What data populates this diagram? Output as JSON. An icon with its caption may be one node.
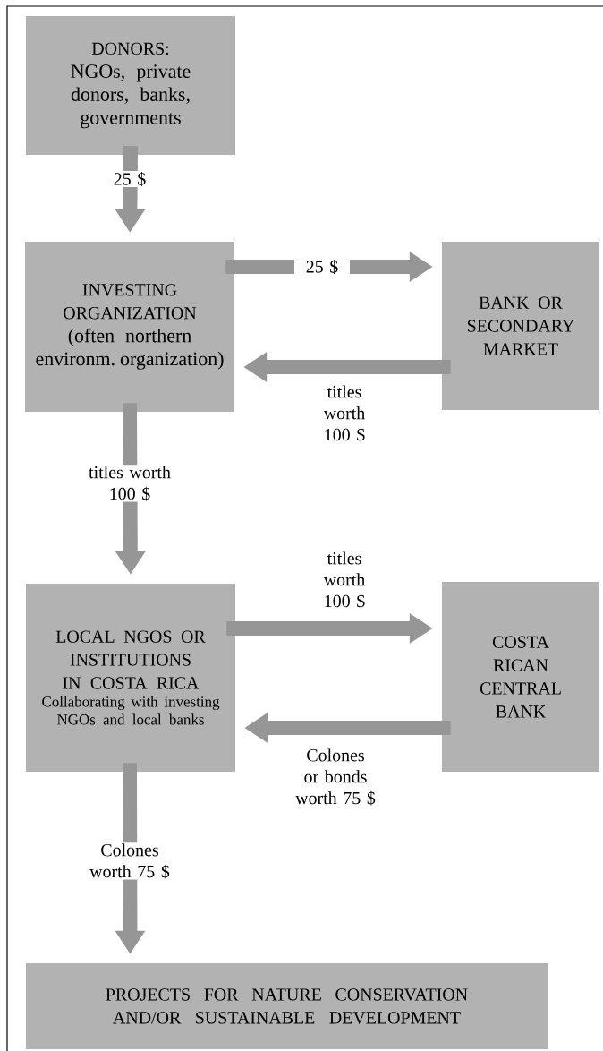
{
  "diagram": {
    "nodes": [
      {
        "text": [
          "DONORS:",
          "NGOs, private donors, banks, governments"
        ]
      },
      {
        "text": [
          "INVESTING ORGANIZATION",
          "(often northern environm. organization)"
        ]
      },
      {
        "text": [
          "BANK OR SECONDARY MARKET"
        ]
      },
      {
        "text": [
          "LOCAL NGOS OR INSTITUTIONS IN COSTA RICA",
          "Collaborating with investing NGOs and local banks"
        ]
      },
      {
        "text": [
          "COSTA RICAN CENTRAL BANK"
        ]
      },
      {
        "text": [
          "PROJECTS FOR NATURE CONSERVATION AND/OR SUSTAINABLE DEVELOPMENT"
        ]
      }
    ],
    "edges": [
      {
        "from": 0,
        "to": 1,
        "arrow": "to",
        "label": "25 $"
      },
      {
        "from": 1,
        "to": 2,
        "arrow": "to",
        "label": "25 $"
      },
      {
        "from": 2,
        "to": 1,
        "arrow": "to",
        "label": "titles worth 100 $"
      },
      {
        "from": 1,
        "to": 3,
        "arrow": "to",
        "label": "titles worth 100 $"
      },
      {
        "from": 3,
        "to": 4,
        "arrow": "to",
        "label": "titles worth 100 $"
      },
      {
        "from": 4,
        "to": 3,
        "arrow": "to",
        "label": "Colones or bonds worth 75 $"
      },
      {
        "from": 3,
        "to": 5,
        "arrow": "to",
        "label": "Colones worth 75 $"
      }
    ]
  }
}
